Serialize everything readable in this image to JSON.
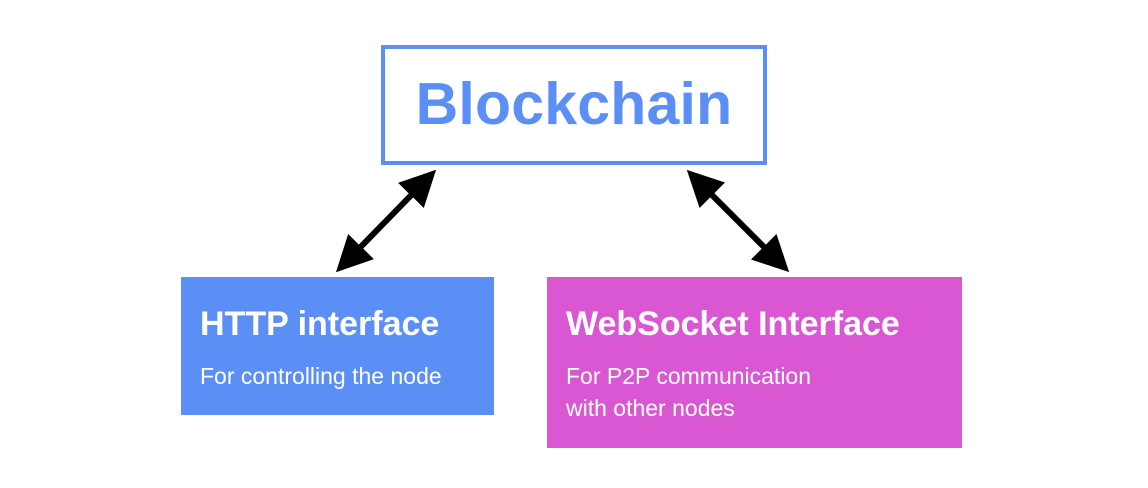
{
  "diagram": {
    "top": {
      "title": "Blockchain"
    },
    "left": {
      "title": "HTTP interface",
      "subtitle": "For controlling the node"
    },
    "right": {
      "title": "WebSocket Interface",
      "subtitle_line1": "For P2P communication",
      "subtitle_line2": "with other nodes"
    },
    "colors": {
      "blue": "#5b8ff5",
      "magenta": "#d957d3",
      "arrow": "#000000",
      "text_on_fill": "#ffffff"
    }
  }
}
